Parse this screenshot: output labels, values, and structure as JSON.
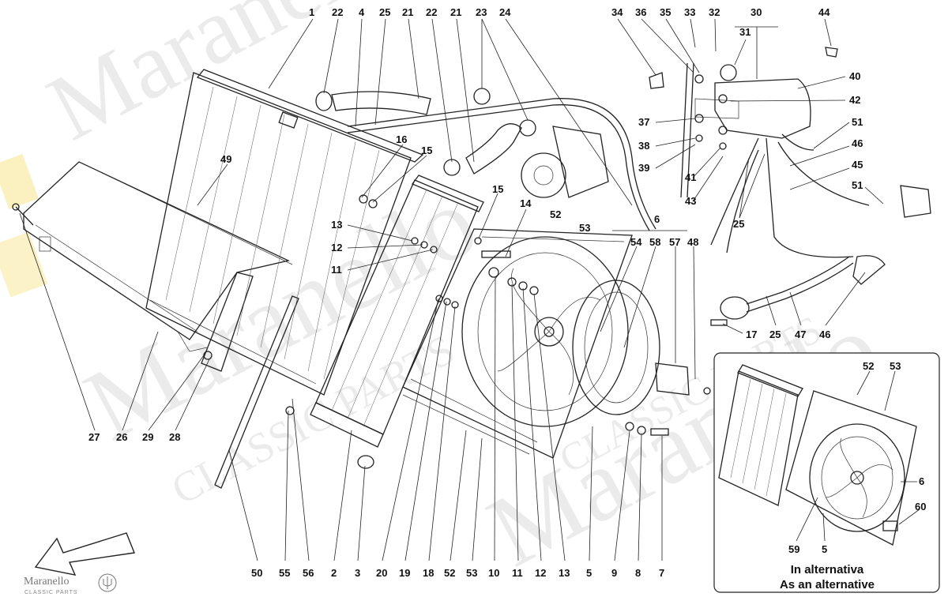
{
  "watermark": {
    "brand": "Maranello",
    "tagline": "CLASSIC PARTS"
  },
  "logo": {
    "brand": "Maranello",
    "tagline": "CLASSIC PARTS",
    "icon": "trident-icon"
  },
  "inset": {
    "caption_it": "In alternativa",
    "caption_en": "As an alternative"
  },
  "callouts": {
    "top": [
      "1",
      "22",
      "4",
      "25",
      "21",
      "22",
      "21",
      "23",
      "24",
      "34",
      "36",
      "35",
      "33",
      "32",
      "30",
      "31",
      "44"
    ],
    "right_upper": [
      "40",
      "42",
      "37",
      "38",
      "39",
      "41",
      "43",
      "51",
      "46",
      "45",
      "51",
      "25"
    ],
    "middle": [
      "16",
      "15",
      "49",
      "15",
      "14",
      "52",
      "53",
      "13",
      "12",
      "11",
      "6",
      "54",
      "58",
      "57",
      "48",
      "17",
      "25",
      "47",
      "46"
    ],
    "bottom": [
      "27",
      "26",
      "29",
      "28",
      "50",
      "55",
      "56",
      "2",
      "3",
      "20",
      "19",
      "18",
      "52",
      "53",
      "10",
      "11",
      "12",
      "13",
      "5",
      "9",
      "8",
      "7"
    ],
    "inset": [
      "52",
      "53",
      "6",
      "60",
      "59",
      "5"
    ]
  },
  "colors": {
    "line": "#222222",
    "watermark": "#c8c8c8",
    "badge": "#f2d34a"
  }
}
